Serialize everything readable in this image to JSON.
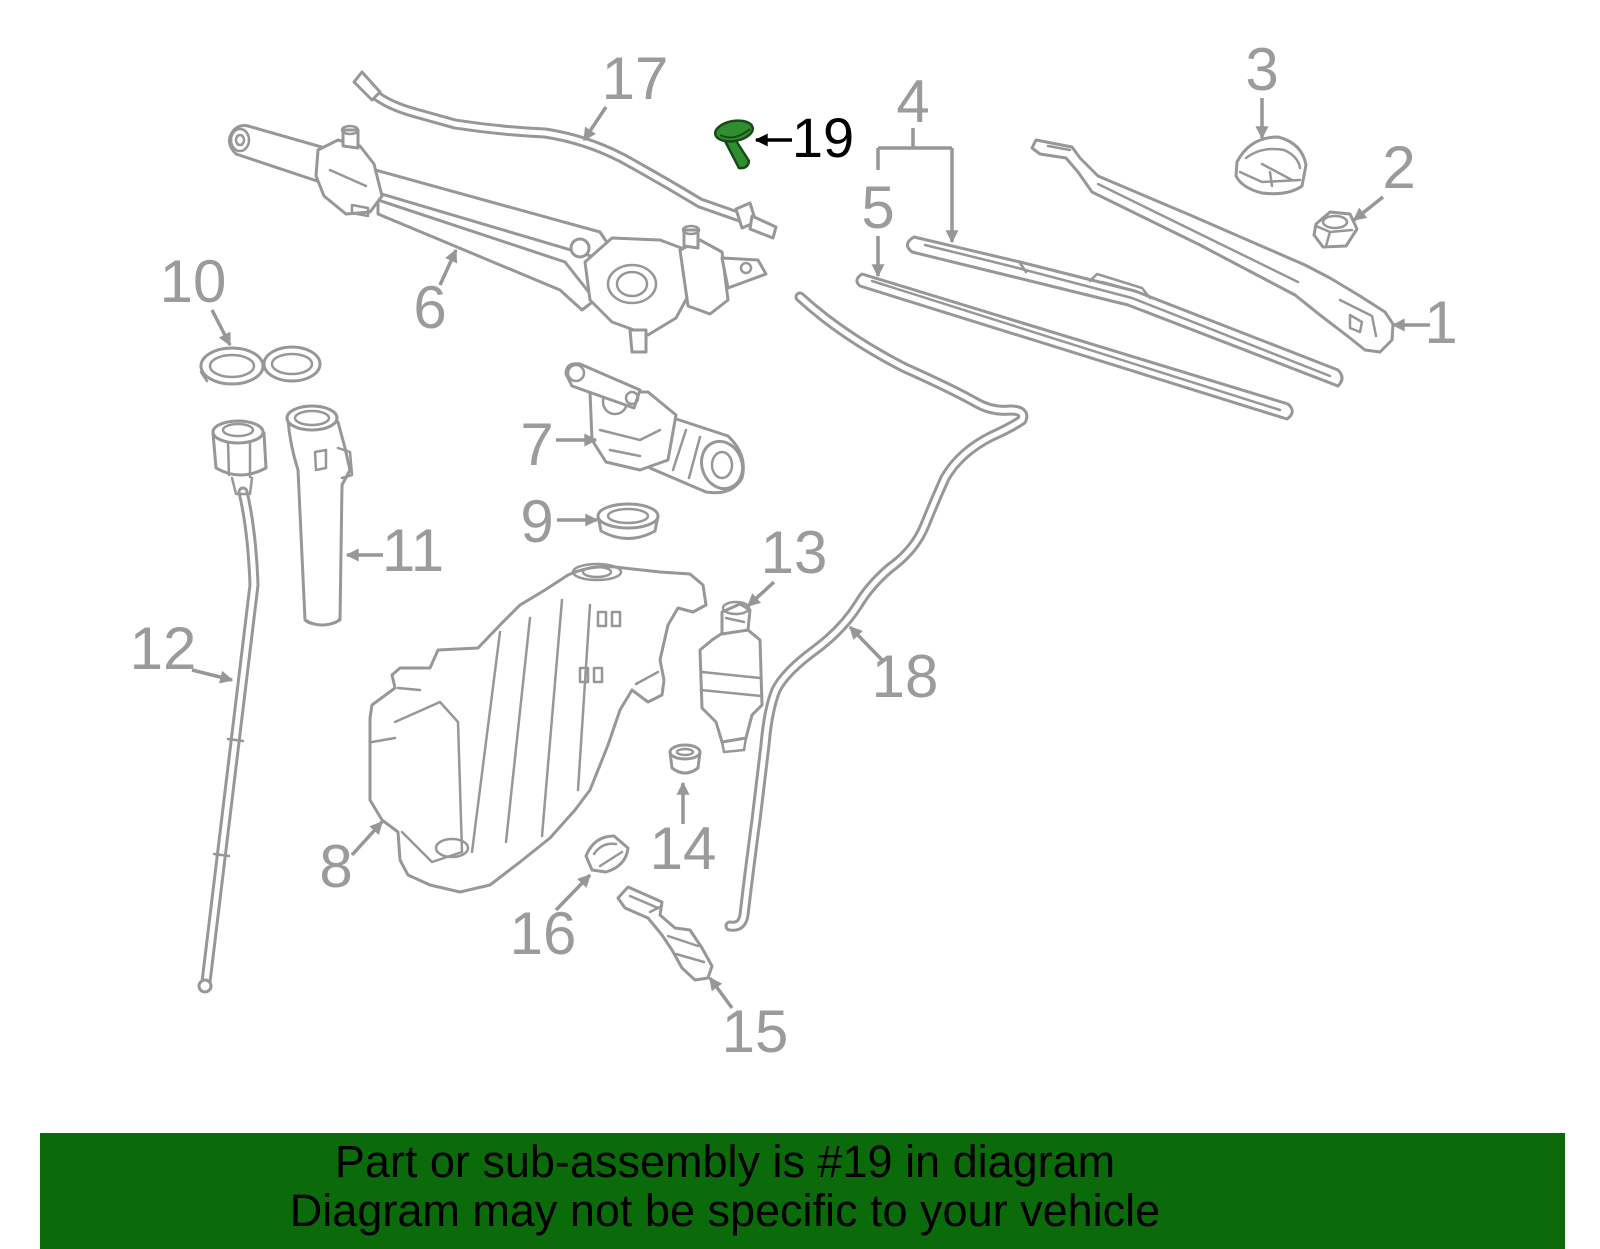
{
  "callouts": [
    "1",
    "2",
    "3",
    "4",
    "5",
    "6",
    "7",
    "8",
    "9",
    "10",
    "11",
    "12",
    "13",
    "14",
    "15",
    "16",
    "17",
    "18",
    "19"
  ],
  "banner": {
    "line1": "Part or sub-assembly is #19 in diagram",
    "line2": "Diagram may not be specific to your vehicle"
  },
  "colors": {
    "parts_outline": "#979797",
    "callout_text": "#9b9b9b",
    "highlighted_part": "#2f8f2f",
    "highlighted_callout": "#000000",
    "banner": "#0b6b0b"
  }
}
